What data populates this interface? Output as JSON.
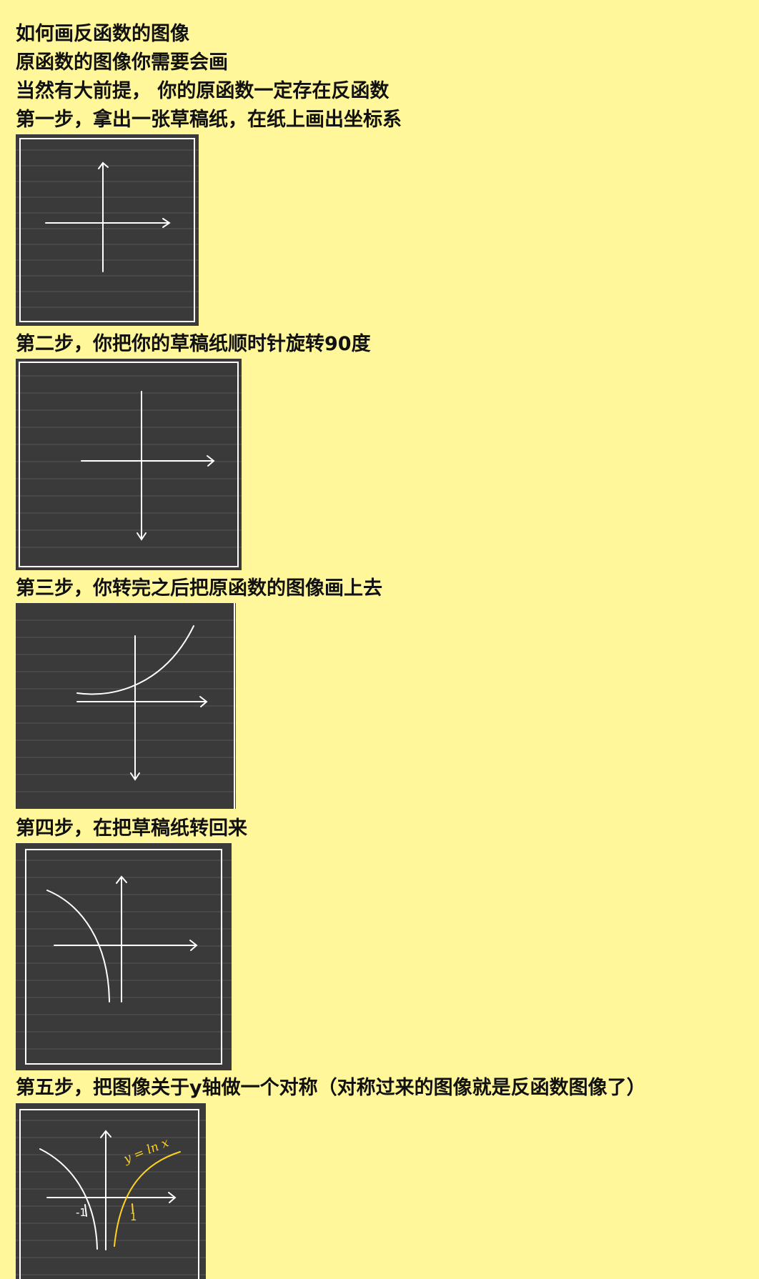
{
  "lines": [
    "如何画反函数的图像",
    "原函数的图像你需要会画",
    "当然有大前提， 你的原函数一定存在反函数",
    "第一步，拿出一张草稿纸，在纸上画出坐标系",
    "第二步，你把你的草稿纸顺时针旋转90度",
    "第三步，你转完之后把原函数的图像画上去",
    "第四步，在把草稿纸转回来",
    "第五步，把图像关于y轴做一个对称（对称过来的图像就是反函数图像了）"
  ],
  "sketches": [
    {
      "name": "step1-axes-sketch"
    },
    {
      "name": "step2-rotated-axes-sketch"
    },
    {
      "name": "step3-curve-sketch"
    },
    {
      "name": "step4-rotated-back-sketch"
    },
    {
      "name": "step5-reflection-sketch",
      "labels": {
        "function": "y = ln x",
        "neg_one": "-1",
        "one": "1"
      }
    }
  ],
  "colors": {
    "background": "#fff799",
    "paper": "#3a3a3a",
    "ink": "#ffffff",
    "highlight": "#ffd21e"
  }
}
